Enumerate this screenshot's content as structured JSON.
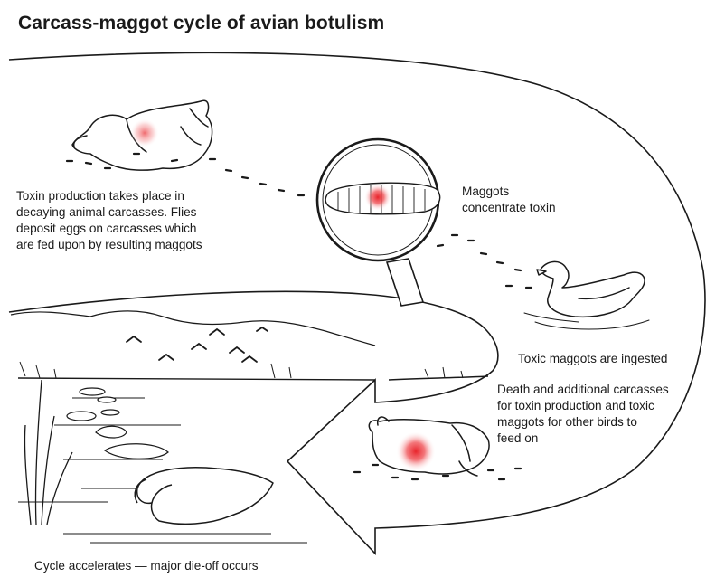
{
  "diagram": {
    "title": "Carcass-maggot cycle of avian botulism",
    "captions": {
      "toxin_production": "Toxin production takes place in\ndecaying animal carcasses. Flies\ndeposit eggs on carcasses which\nare fed upon by resulting maggots",
      "maggots_concentrate": "Maggots\nconcentrate toxin",
      "maggots_ingested": "Toxic maggots are ingested",
      "death_carcasses": "Death and additional carcasses\nfor toxin production and toxic\nmaggots for other birds to\nfeed on",
      "cycle_accelerates": "Cycle accelerates — major die-off occurs"
    },
    "colors": {
      "ink": "#1a1a1a",
      "toxin_red": "#e8242b",
      "background": "#ffffff"
    },
    "icons": [
      "dead-bird-carcass",
      "magnifying-glass",
      "maggot",
      "live-duck",
      "dying-bird",
      "wetland-marsh",
      "flying-birds",
      "cycle-arrow"
    ]
  }
}
